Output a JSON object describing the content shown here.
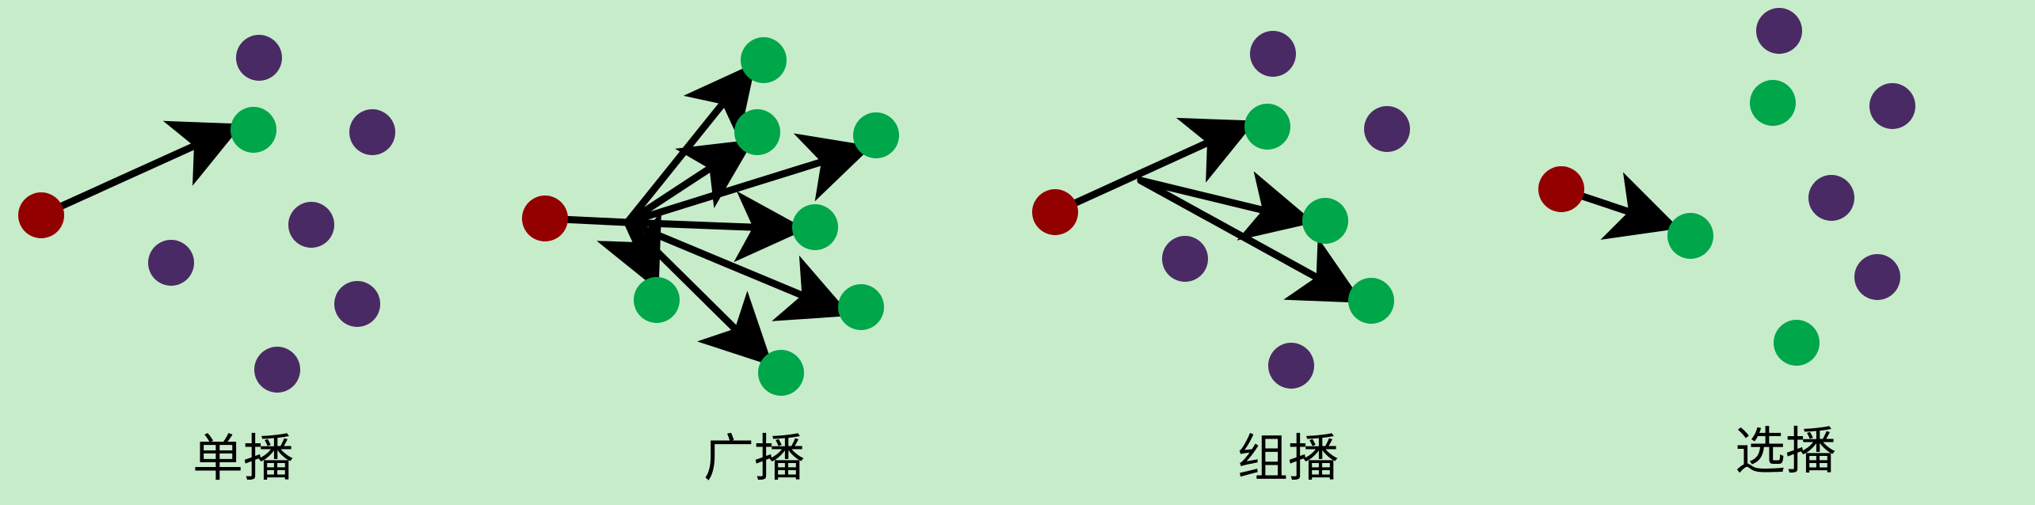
{
  "colors": {
    "background": "#c7ecca",
    "sender": "#930000",
    "receiver": "#00a64a",
    "other": "#4a2a64",
    "arrow": "#000000"
  },
  "panels": [
    {
      "key": "unicast",
      "label": "单播"
    },
    {
      "key": "broadcast",
      "label": "广播"
    },
    {
      "key": "multicast",
      "label": "组播"
    },
    {
      "key": "anycast",
      "label": "选播"
    }
  ]
}
